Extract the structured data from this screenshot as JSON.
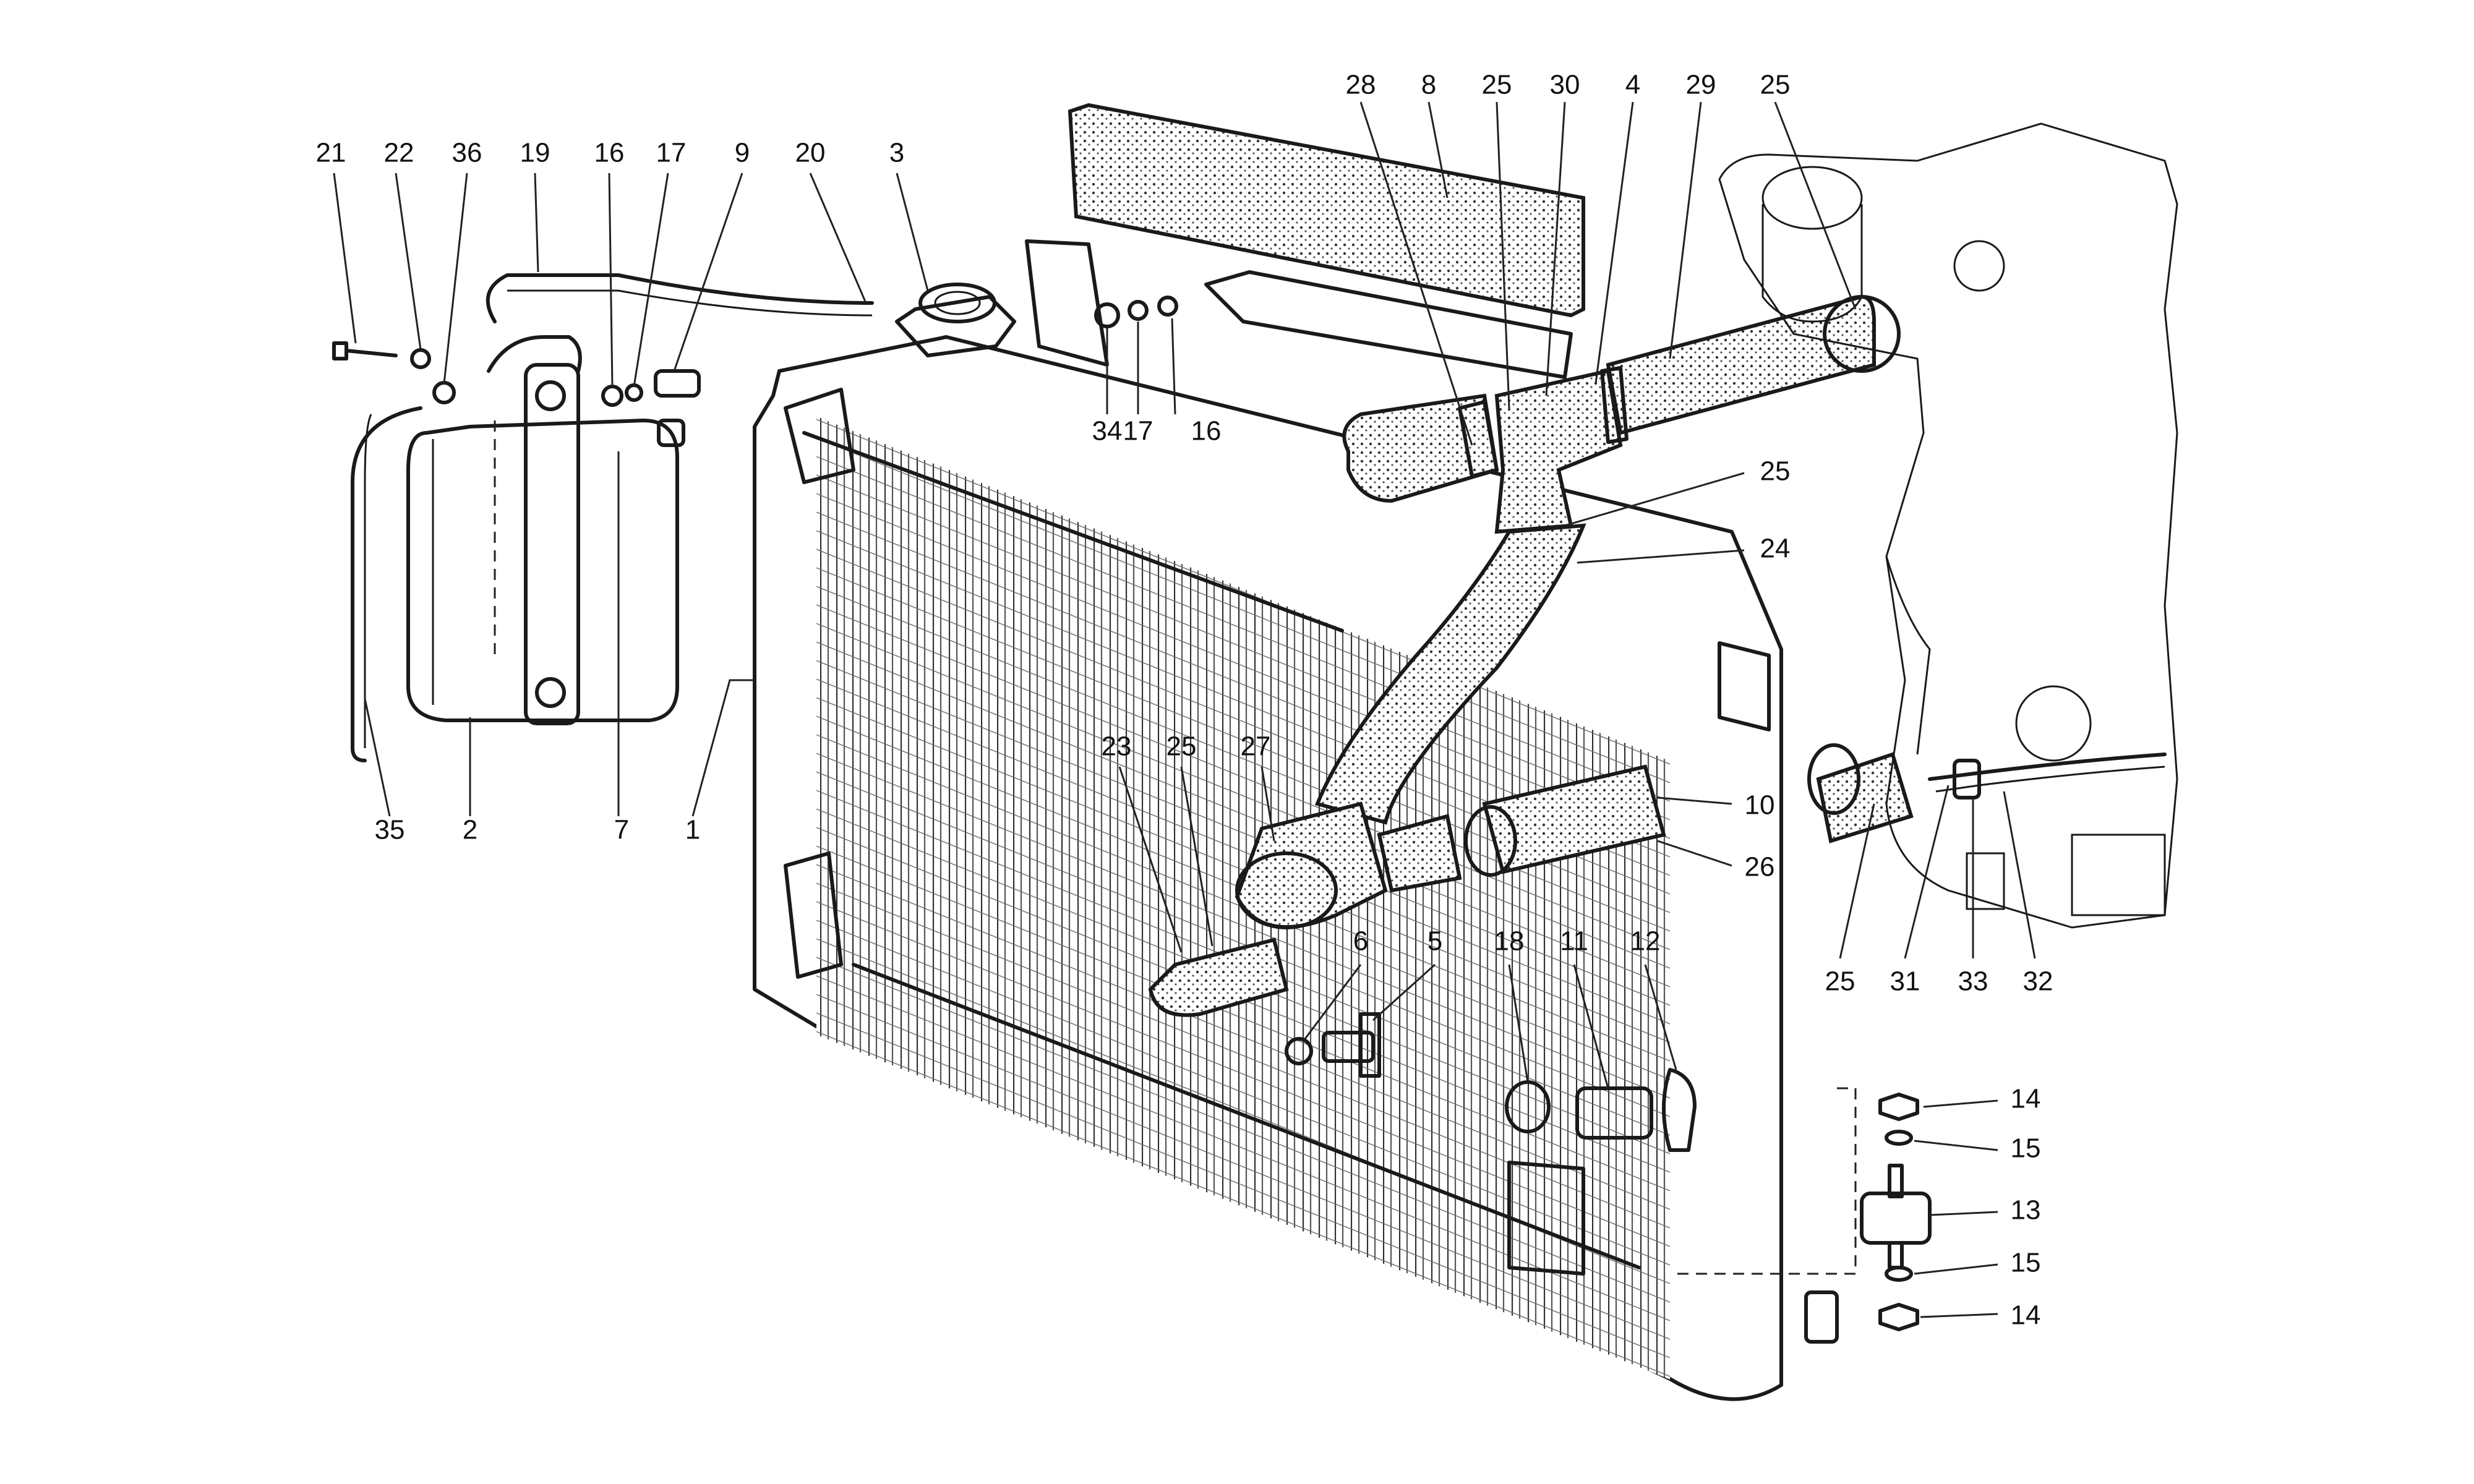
{
  "diagram": {
    "callouts": [
      "21",
      "22",
      "36",
      "19",
      "16",
      "17",
      "9",
      "20",
      "3",
      "28",
      "8",
      "25",
      "30",
      "4",
      "29",
      "25",
      "34",
      "17",
      "16",
      "25",
      "24",
      "35",
      "2",
      "7",
      "1",
      "23",
      "25",
      "27",
      "10",
      "26",
      "6",
      "5",
      "18",
      "11",
      "12",
      "25",
      "31",
      "33",
      "32",
      "14",
      "15",
      "13",
      "15",
      "14"
    ]
  }
}
